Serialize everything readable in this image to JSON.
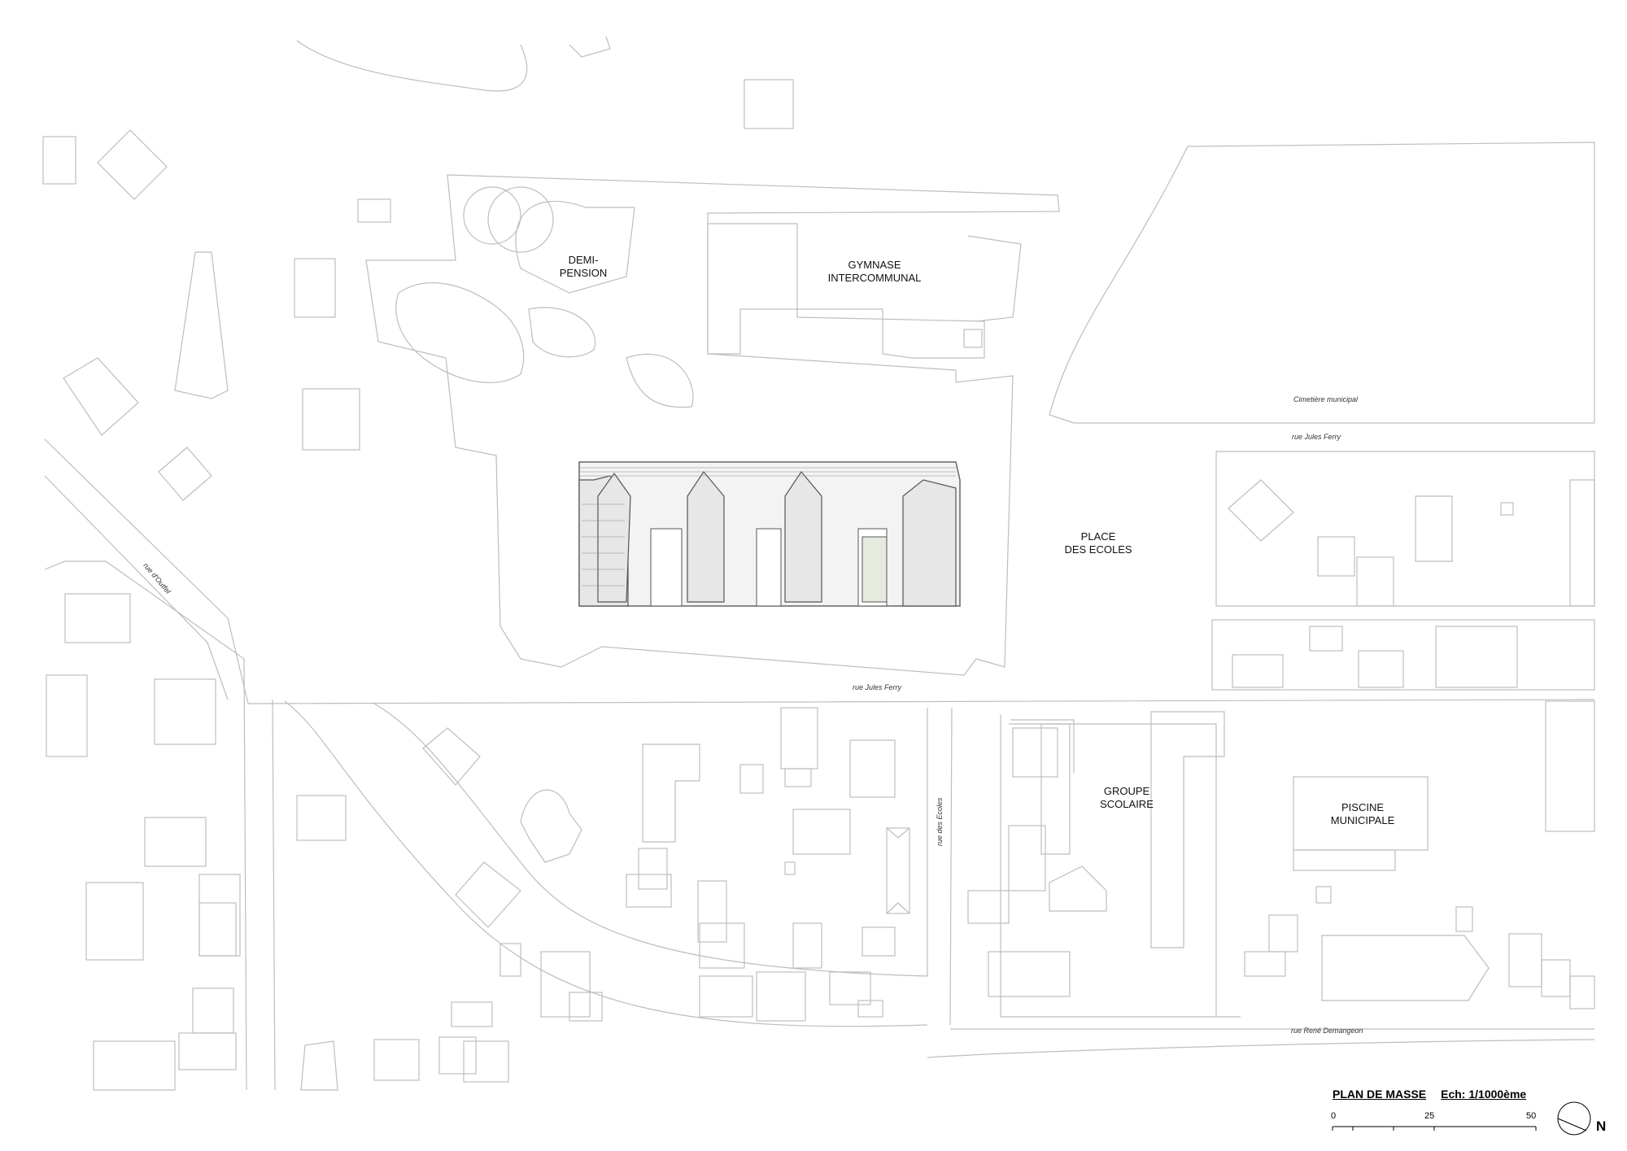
{
  "labels": {
    "demi_pension": "DEMI-\nPENSION",
    "gymnase": "GYMNASE\nINTERCOMMUNAL",
    "place_des_ecoles": "PLACE\nDES ECOLES",
    "groupe_scolaire": "GROUPE\nSCOLAIRE",
    "piscine": "PISCINE\nMUNICIPALE"
  },
  "streets": {
    "cimetiere": "Cimetière municipal",
    "jules_ferry_east": "rue Jules Ferry",
    "jules_ferry_south": "rue Jules Ferry",
    "outfiel": "rue d'Outfel",
    "ecoles": "rue des Ecoles",
    "demangeon": "rue René Demangeon"
  },
  "title_block": {
    "title": "PLAN DE MASSE",
    "scale_text": "Ech: 1/1000ème",
    "scale_ticks": [
      "0",
      "25",
      "50"
    ],
    "north": "N"
  },
  "colors": {
    "line": "#b8b8b8",
    "building_line": "#555555",
    "building_fill": "#ececec",
    "accent_fill": "#e6ebe0"
  }
}
